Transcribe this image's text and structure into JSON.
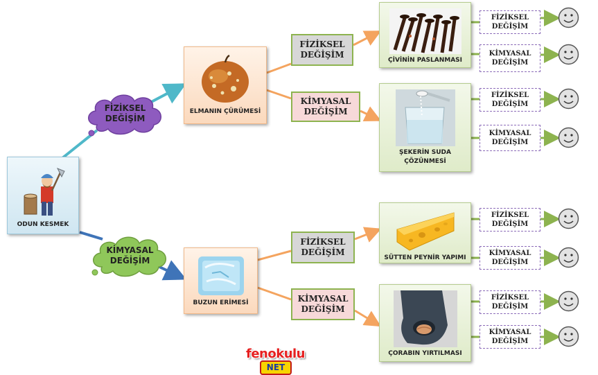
{
  "root": {
    "label": "ODUN KESMEK"
  },
  "clouds": [
    {
      "line1": "FİZİKSEL",
      "line2": "DEĞİŞİM",
      "color": "#8e5bbf"
    },
    {
      "line1": "KİMYASAL",
      "line2": "DEĞİŞİM",
      "color": "#8fc75a"
    }
  ],
  "level2": [
    {
      "label": "ELMANIN ÇÜRÜMESİ"
    },
    {
      "label": "BUZUN ERİMESİ"
    }
  ],
  "decisions": [
    {
      "line1": "FİZİKSEL",
      "line2": "DEĞİŞİM"
    },
    {
      "line1": "KİMYASAL",
      "line2": "DEĞİŞİM"
    },
    {
      "line1": "FİZİKSEL",
      "line2": "DEĞİŞİM"
    },
    {
      "line1": "KİMYASAL",
      "line2": "DEĞİŞİM"
    }
  ],
  "level3": [
    {
      "label": "ÇİVİNİN PASLANMASI"
    },
    {
      "label_line1": "ŞEKERİN SUDA",
      "label_line2": "ÇÖZÜNMESİ"
    },
    {
      "label": "SÜTTEN PEYNİR YAPIMI"
    },
    {
      "label": "ÇORABIN YIRTILMASI"
    }
  ],
  "leaves": [
    {
      "line1": "FİZİKSEL",
      "line2": "DEĞİŞİM"
    },
    {
      "line1": "KİMYASAL",
      "line2": "DEĞİŞİM"
    },
    {
      "line1": "FİZİKSEL",
      "line2": "DEĞİŞİM"
    },
    {
      "line1": "KİMYASAL",
      "line2": "DEĞİŞİM"
    },
    {
      "line1": "FİZİKSEL",
      "line2": "DEĞİŞİM"
    },
    {
      "line1": "KİMYASAL",
      "line2": "DEĞİŞİM"
    },
    {
      "line1": "FİZİKSEL",
      "line2": "DEĞİŞİM"
    },
    {
      "line1": "KİMYASAL",
      "line2": "DEĞİŞİM"
    }
  ],
  "logo": {
    "top": "fenokulu",
    "bottom": "NET"
  },
  "colors": {
    "arrow_orange": "#f4a45f",
    "arrow_blue_top": "#4fb8c9",
    "arrow_blue_bottom": "#3f74b8",
    "arrow_green": "#8db34f",
    "smiley_fill": "#e3e3e3"
  }
}
